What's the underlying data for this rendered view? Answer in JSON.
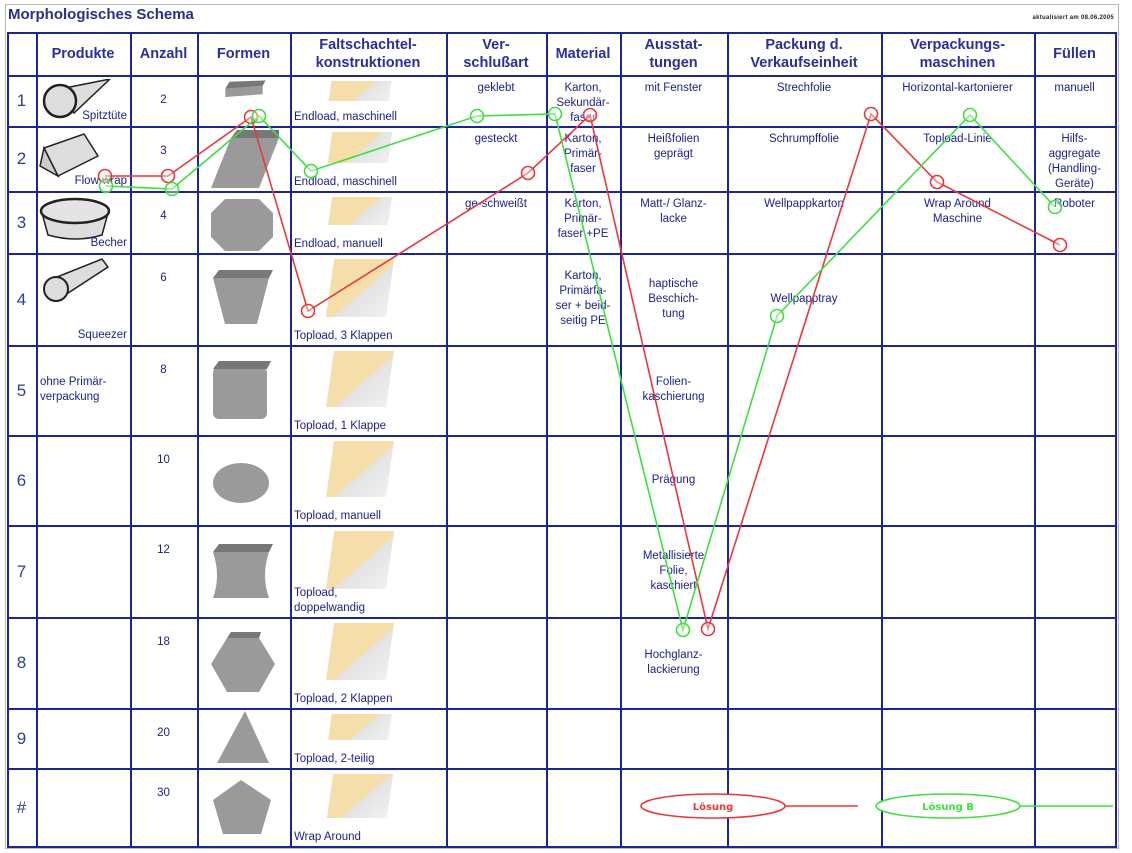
{
  "title": "Morphologisches Schema",
  "updated": "aktualisiert am 08.06.2005",
  "headers": [
    "",
    "Produkte",
    "Anzahl",
    "Formen",
    "Faltschachtel-\nkonstruktionen",
    "Ver-\nschlußart",
    "Material",
    "Ausstat-\ntungen",
    "Packung d.\nVerkaufseinheit",
    "Verpackungs-\nmaschinen",
    "Füllen"
  ],
  "rows": [
    {
      "num": "1",
      "produkt": "Spitztüte",
      "produkt_icon": "cone-icon",
      "anzahl": "2",
      "form": "flat-box-shape",
      "faltschachtel": "Endload, maschinell",
      "verschluss": "geklebt",
      "material": "Karton,\nSekundär-\nfaser",
      "ausstattung": "mit Fenster",
      "packung": "Strechfolie",
      "maschine": "Horizontal-kartonierer",
      "fuellen": "manuell"
    },
    {
      "num": "2",
      "produkt": "Flow wrap",
      "produkt_icon": "flow-wrap-icon",
      "anzahl": "3",
      "form": "parallelogram-shape",
      "faltschachtel": "Endload, maschinell",
      "verschluss": "gesteckt",
      "material": "Karton,\nPrimär-\nfaser",
      "ausstattung": "Heißfolien\ngeprägt",
      "packung": "Schrumpffolie",
      "maschine": "Topload-Linie",
      "fuellen": "Hilfs-\naggregate\n(Handling-\nGeräte)"
    },
    {
      "num": "3",
      "produkt": "Becher",
      "produkt_icon": "cup-icon",
      "anzahl": "4",
      "form": "octagon-shape",
      "faltschachtel": "Endload, manuell",
      "verschluss": "ge-schweißt",
      "material": "Karton,\nPrimär-\nfaser +PE",
      "ausstattung": "Matt-/ Glanz-\nlacke",
      "packung": "Wellpappkarton",
      "maschine": "Wrap Around\nMaschine",
      "fuellen": "Roboter"
    },
    {
      "num": "4",
      "produkt": "Squeezer",
      "produkt_icon": "tube-icon",
      "anzahl": "6",
      "form": "trapezoid-shape",
      "faltschachtel": "Topload, 3 Klappen",
      "verschluss": "",
      "material": "Karton,\nPrimärfa-\nser + beid-\nseitig PE",
      "ausstattung": "haptische\nBeschich-\ntung",
      "packung": "Wellpapptray",
      "maschine": "",
      "fuellen": ""
    },
    {
      "num": "5",
      "produkt": "ohne Primär-\nverpackung",
      "produkt_icon": "",
      "anzahl": "8",
      "form": "cube-shape",
      "faltschachtel": "Topload, 1 Klappe",
      "verschluss": "",
      "material": "",
      "ausstattung": "Folien-\nkaschierung",
      "packung": "",
      "maschine": "",
      "fuellen": ""
    },
    {
      "num": "6",
      "produkt": "",
      "produkt_icon": "",
      "anzahl": "10",
      "form": "oval-shape",
      "faltschachtel": "Topload, manuell",
      "verschluss": "",
      "material": "",
      "ausstattung": "Prägung",
      "packung": "",
      "maschine": "",
      "fuellen": ""
    },
    {
      "num": "7",
      "produkt": "",
      "produkt_icon": "",
      "anzahl": "12",
      "form": "concave-shape",
      "faltschachtel": "Topload,\ndoppelwandig",
      "verschluss": "",
      "material": "",
      "ausstattung": "Metallisierte\nFolie,\nkaschiert",
      "packung": "",
      "maschine": "",
      "fuellen": ""
    },
    {
      "num": "8",
      "produkt": "",
      "produkt_icon": "",
      "anzahl": "18",
      "form": "hexagon-shape",
      "faltschachtel": "Topload, 2 Klappen",
      "verschluss": "",
      "material": "",
      "ausstattung": "Hochglanz-\nlackierung",
      "packung": "",
      "maschine": "",
      "fuellen": ""
    },
    {
      "num": "9",
      "produkt": "",
      "produkt_icon": "",
      "anzahl": "20",
      "form": "triangle-shape",
      "faltschachtel": "Topload, 2-teilig",
      "verschluss": "",
      "material": "",
      "ausstattung": "",
      "packung": "",
      "maschine": "",
      "fuellen": ""
    },
    {
      "num": "#",
      "produkt": "",
      "produkt_icon": "",
      "anzahl": "30",
      "form": "pentagon-shape",
      "faltschachtel": "Wrap Around",
      "verschluss": "",
      "material": "",
      "ausstattung": "",
      "packung": "",
      "maschine": "",
      "fuellen": ""
    }
  ],
  "legend": {
    "a_label": "Lösung",
    "b_label": "Lösung B",
    "a_color": "#e8383a",
    "b_color": "#3ee03e"
  }
}
